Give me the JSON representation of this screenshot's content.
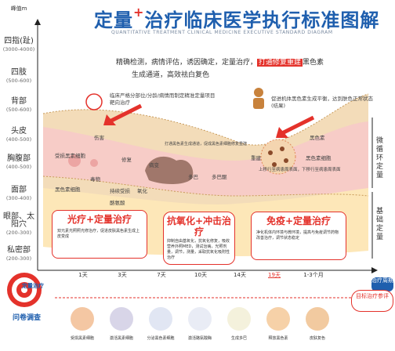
{
  "title": {
    "main_a": "定量",
    "main_plus": "+",
    "main_b": "治疗临床医学执行标准图解",
    "sub": "QUANTITATIVE TREATMENT CLINICAL MEDICINE EXECUTIVE STANDARD DIAGRAM"
  },
  "intro": {
    "line1": "精确检测，病情评估，诱因确定，定量治疗，",
    "line1_hl": "打通修复重建",
    "line1_b": "黑色素",
    "line2": "生成通道，高效祛白复色"
  },
  "y_axis": {
    "label": "峰值m",
    "labels": [
      {
        "name": "四指(趾)",
        "range": "(3000-4000)"
      },
      {
        "name": "四肢",
        "range": "(500-600)"
      },
      {
        "name": "背部",
        "range": "(500-600)"
      },
      {
        "name": "头皮",
        "range": "(400-500)"
      },
      {
        "name": "胸腹部",
        "range": "(400-500)"
      },
      {
        "name": "面部",
        "range": "(300-400)"
      },
      {
        "name": "眼部、太阳穴",
        "range": "(200-300)"
      },
      {
        "name": "私密部",
        "range": "(200-300)"
      }
    ]
  },
  "notes": {
    "n1": "临床严格分部位/分龄/病情而制定精准定量项目靶向治疗",
    "n2": "促进机体黑色素生成平衡，达到肤色正常状态(结果)",
    "n3": "打通黑色素生成通道，促成黑色素细胞修复重建",
    "n4": "上移行至病患周表面，下移行至病患周表面"
  },
  "curve_labels": {
    "a": "受损黑素细胞",
    "b": "修复",
    "c": "黑色素细胞",
    "d": "持续受损",
    "e": "黑色素",
    "f": "多巴",
    "g": "多巴醌",
    "h": "重建",
    "i": "黑色素细胞",
    "j": "酪氨酸",
    "k": "毒物",
    "l": "氧化",
    "m": "病变",
    "n": "伤害"
  },
  "right_side": {
    "top": "微循环定量",
    "bottom": "基础定量",
    "period": "治疗周期"
  },
  "boxes": [
    {
      "title": "光疗+定量治疗",
      "text": "双元素光照照光修治疗，促进皮肤黑色素生成上皮变成"
    },
    {
      "title": "抗氧化+冲击治疗",
      "text": "抑制自由基氧化，抗氧化修复，吸收营养外照MED，测试治病，光照剂量，调节，测量，采取抗氧化吸附性治疗"
    },
    {
      "title": "免疫+定量治疗",
      "text": "净化机体内环境与微环境，提高与免疫调节药物改善治疗，调节状态稳定"
    }
  ],
  "timeline": {
    "left_label": "定量治疗",
    "left_sub": "问卷调查",
    "stages": [
      "1天",
      "3天",
      "7天",
      "10天",
      "14天",
      "19天",
      "1-3个月"
    ],
    "final": "目标治疗参评"
  },
  "stage_labels": [
    "受损黑素细胞",
    "激活黑素细胞",
    "分泌黑色素细胞",
    "激活酪氨酸酶",
    "生成多巴",
    "释放黑色素",
    "皮肤复色"
  ]
}
